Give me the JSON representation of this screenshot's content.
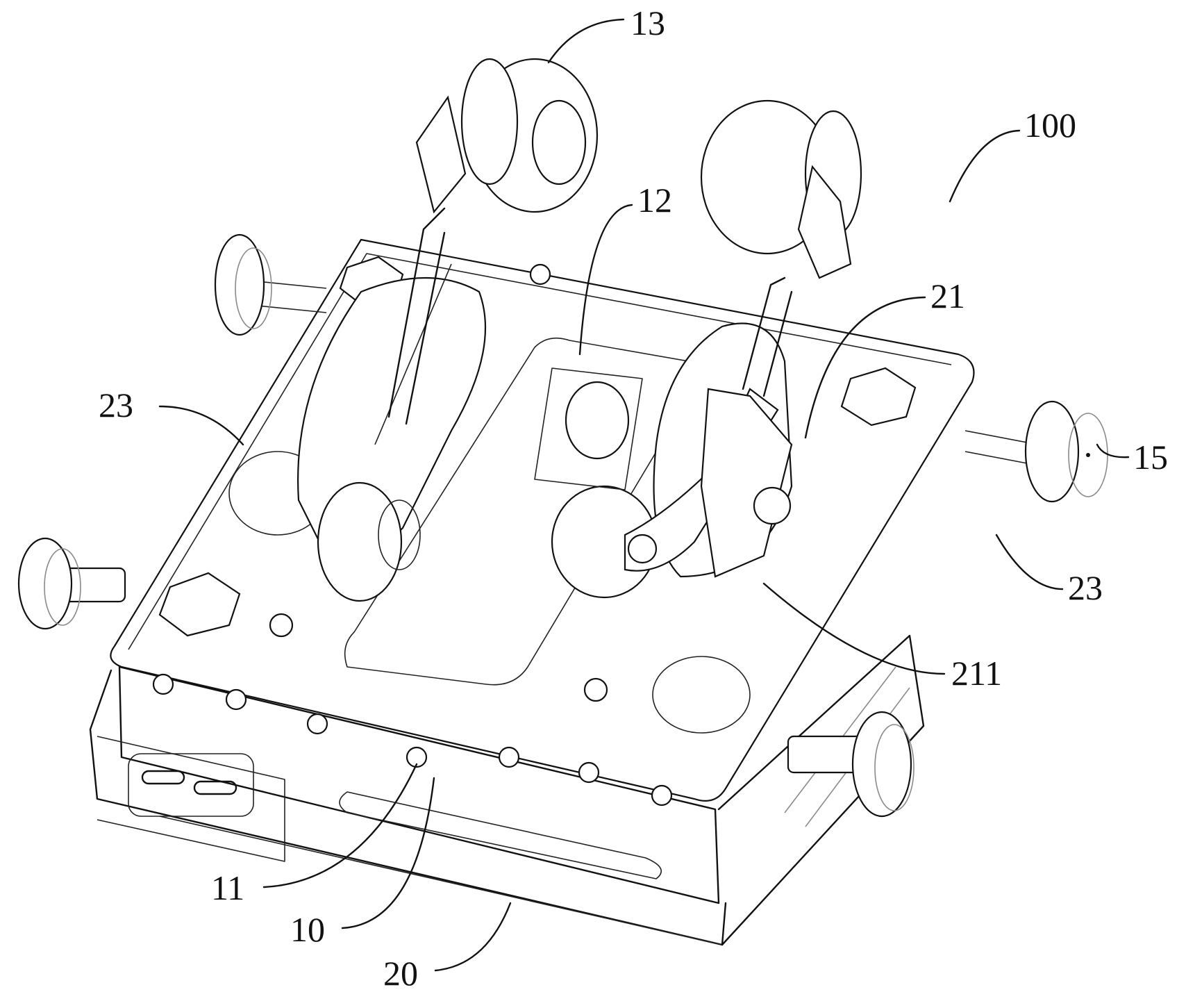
{
  "figure": {
    "labels": {
      "device": "100",
      "wheel_top": "13",
      "motor": "12",
      "plate_right": "21",
      "side_left": "23",
      "side_right": "23",
      "side_wheel": "15",
      "sub_part": "211",
      "arm": "11",
      "body": "10",
      "frame": "20"
    }
  }
}
